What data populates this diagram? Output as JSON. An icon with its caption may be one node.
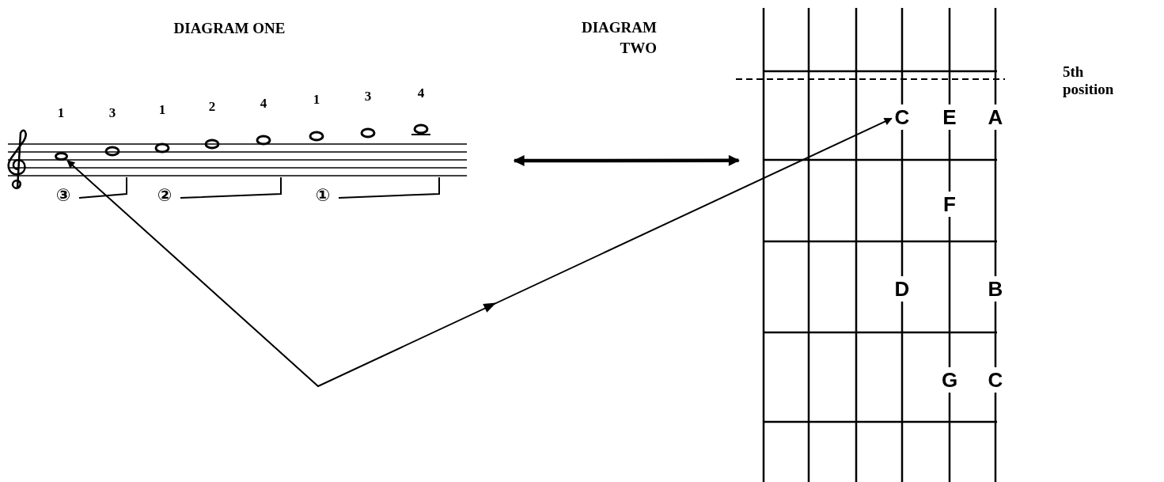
{
  "diagram": {
    "nodes": [
      {
        "text": [],
        "shape": "picture"
      },
      {
        "text": [],
        "shape": "circle",
        "in": 0
      },
      {
        "text": [],
        "shape": "picture"
      },
      {
        "text": [
          "C"
        ],
        "in": 2
      },
      {
        "text": [
          "E"
        ],
        "in": 2
      },
      {
        "text": [
          "A"
        ],
        "in": 2
      },
      {
        "text": [
          "F"
        ],
        "in": 2
      },
      {
        "text": [
          "D"
        ],
        "in": 2
      },
      {
        "text": [
          "B"
        ],
        "in": 2
      },
      {
        "text": [
          "G"
        ],
        "in": 2
      },
      {
        "text": [
          "C"
        ],
        "in": 2
      }
    ],
    "edges": [
      {
        "from": 1,
        "to": 3,
        "arrow": "both"
      },
      {
        "from": 0,
        "to": 2,
        "arrow": "both",
        "style": "thick"
      }
    ],
    "labels": [
      "DIAGRAM ONE",
      "DIAGRAM TWO",
      "1",
      "3",
      "1",
      "2",
      "4",
      "1",
      "3",
      "4",
      "③",
      "②",
      "①",
      "5th position"
    ]
  }
}
